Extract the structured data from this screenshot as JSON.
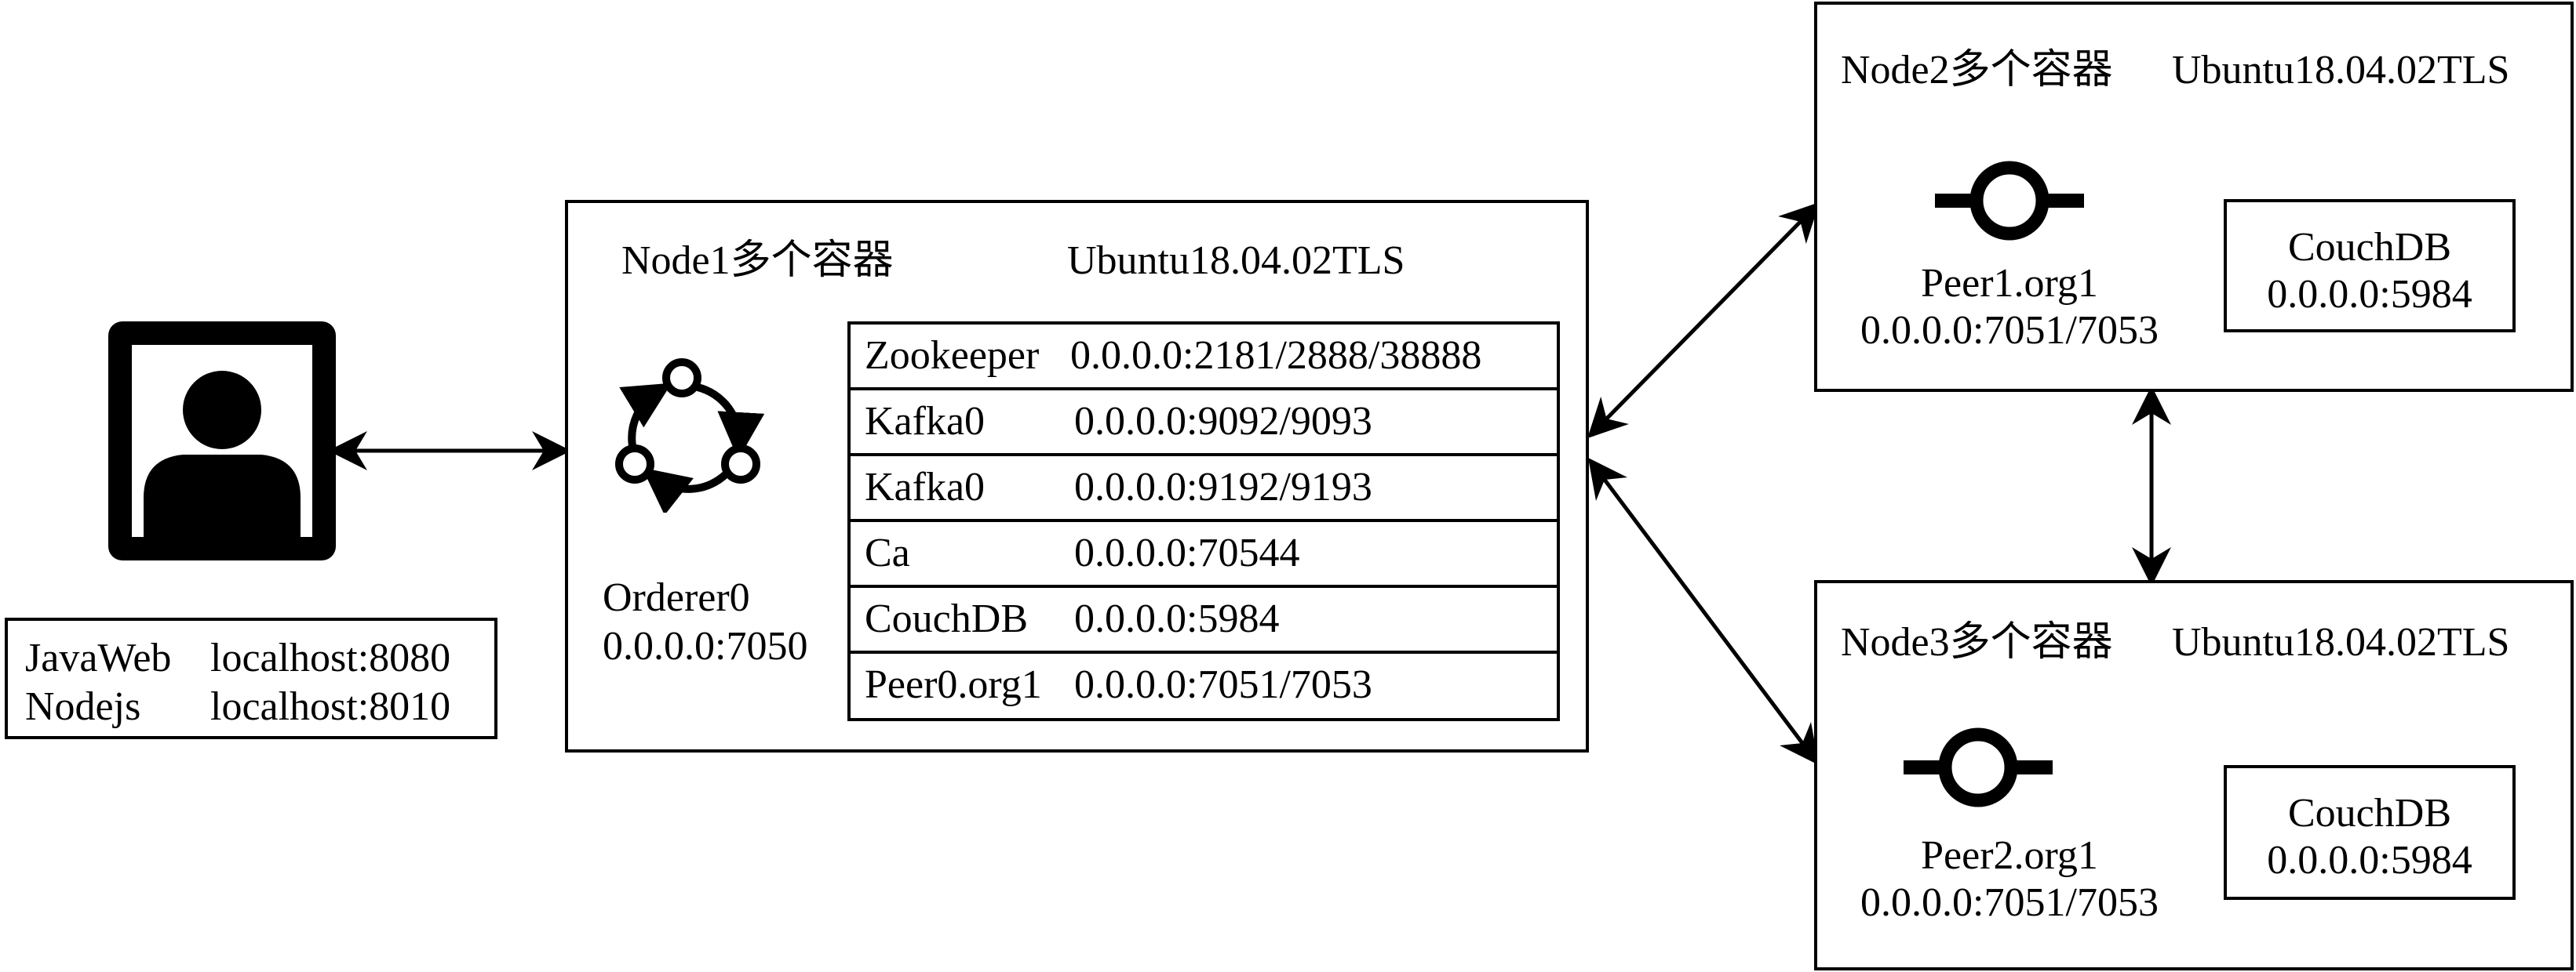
{
  "client": {
    "icon": "user-portrait-icon",
    "lines": [
      {
        "name": "JavaWeb",
        "address": "localhost:8080"
      },
      {
        "name": "Nodejs",
        "address": "localhost:8010"
      }
    ]
  },
  "node1": {
    "title": "Node1多个容器",
    "os": "Ubuntu18.04.02TLS",
    "orderer": {
      "icon": "orderer-cycle-icon",
      "name": "Orderer0",
      "address": "0.0.0.0:7050"
    },
    "services": [
      {
        "name": "Zookeeper",
        "address": "0.0.0.0:2181/2888/38888"
      },
      {
        "name": "Kafka0",
        "address": "0.0.0.0:9092/9093"
      },
      {
        "name": "Kafka0",
        "address": "0.0.0.0:9192/9193"
      },
      {
        "name": "Ca",
        "address": "0.0.0.0:70544"
      },
      {
        "name": "CouchDB",
        "address": "0.0.0.0:5984"
      },
      {
        "name": "Peer0.org1",
        "address": "0.0.0.0:7051/7053"
      }
    ]
  },
  "node2": {
    "title": "Node2多个容器",
    "os": "Ubuntu18.04.02TLS",
    "peer": {
      "icon": "peer-node-icon",
      "name": "Peer1.org1",
      "address": "0.0.0.0:7051/7053"
    },
    "db": {
      "name": "CouchDB",
      "address": "0.0.0.0:5984"
    }
  },
  "node3": {
    "title": "Node3多个容器",
    "os": "Ubuntu18.04.02TLS",
    "peer": {
      "icon": "peer-node-icon",
      "name": "Peer2.org1",
      "address": "0.0.0.0:7051/7053"
    },
    "db": {
      "name": "CouchDB",
      "address": "0.0.0.0:5984"
    }
  }
}
